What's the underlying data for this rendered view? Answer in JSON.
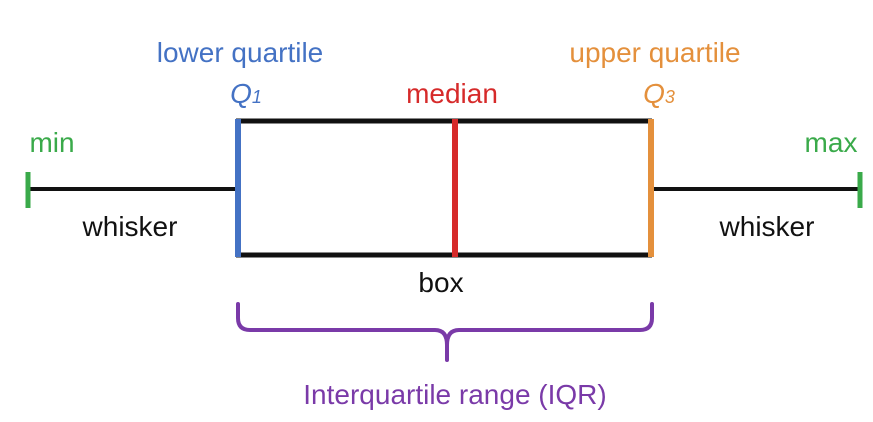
{
  "labels": {
    "min": "min",
    "max": "max",
    "lower_quartile": "lower quartile",
    "upper_quartile": "upper quartile",
    "q1_letter": "Q",
    "q1_sub": "1",
    "q3_letter": "Q",
    "q3_sub": "3",
    "median": "median",
    "whisker_left": "whisker",
    "whisker_right": "whisker",
    "box": "box",
    "iqr": "Interquartile range (IQR)"
  },
  "colors": {
    "min_max": "#3aaa4a",
    "lower_quartile": "#4472c4",
    "upper_quartile": "#e4903c",
    "median": "#d62a2a",
    "iqr": "#7a3aa8",
    "line": "#111111"
  }
}
